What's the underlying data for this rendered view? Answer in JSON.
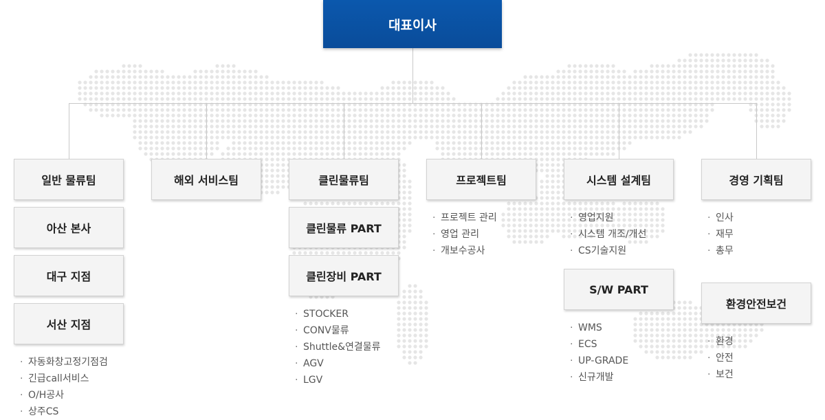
{
  "ceo": "대표이사",
  "teams": {
    "general": {
      "title": "일반 물류팀",
      "sub": [
        "아산 본사",
        "대구 지점",
        "서산 지점"
      ],
      "items": [
        "자동화창고정기점검",
        "긴급call서비스",
        "O/H공사",
        "상주CS"
      ]
    },
    "overseas": {
      "title": "해외 서비스팀"
    },
    "clean": {
      "title": "클린물류팀",
      "sub": [
        "클린물류 PART",
        "클린장비 PART"
      ],
      "items": [
        "STOCKER",
        "CONV물류",
        "Shuttle&연결물류",
        "AGV",
        "LGV"
      ]
    },
    "project": {
      "title": "프로젝트팀",
      "items": [
        "프로젝트 관리",
        "영업 관리",
        "개보수공사"
      ]
    },
    "system": {
      "title": "시스템 설계팀",
      "items": [
        "영업지원",
        "시스템 개조/개선",
        "CS기술지원"
      ],
      "sub": [
        "S/W PART"
      ],
      "sub_items": [
        "WMS",
        "ECS",
        "UP-GRADE",
        "신규개발"
      ]
    },
    "planning": {
      "title": "경영 기획팀",
      "items": [
        "인사",
        "재무",
        "총무"
      ],
      "sub": [
        "환경안전보건"
      ],
      "sub_items": [
        "환경",
        "안전",
        "보건"
      ]
    }
  },
  "colors": {
    "ceo": "#0a4c9a",
    "line": "#c8c8c8",
    "map_dot": "#e6e6e6"
  }
}
